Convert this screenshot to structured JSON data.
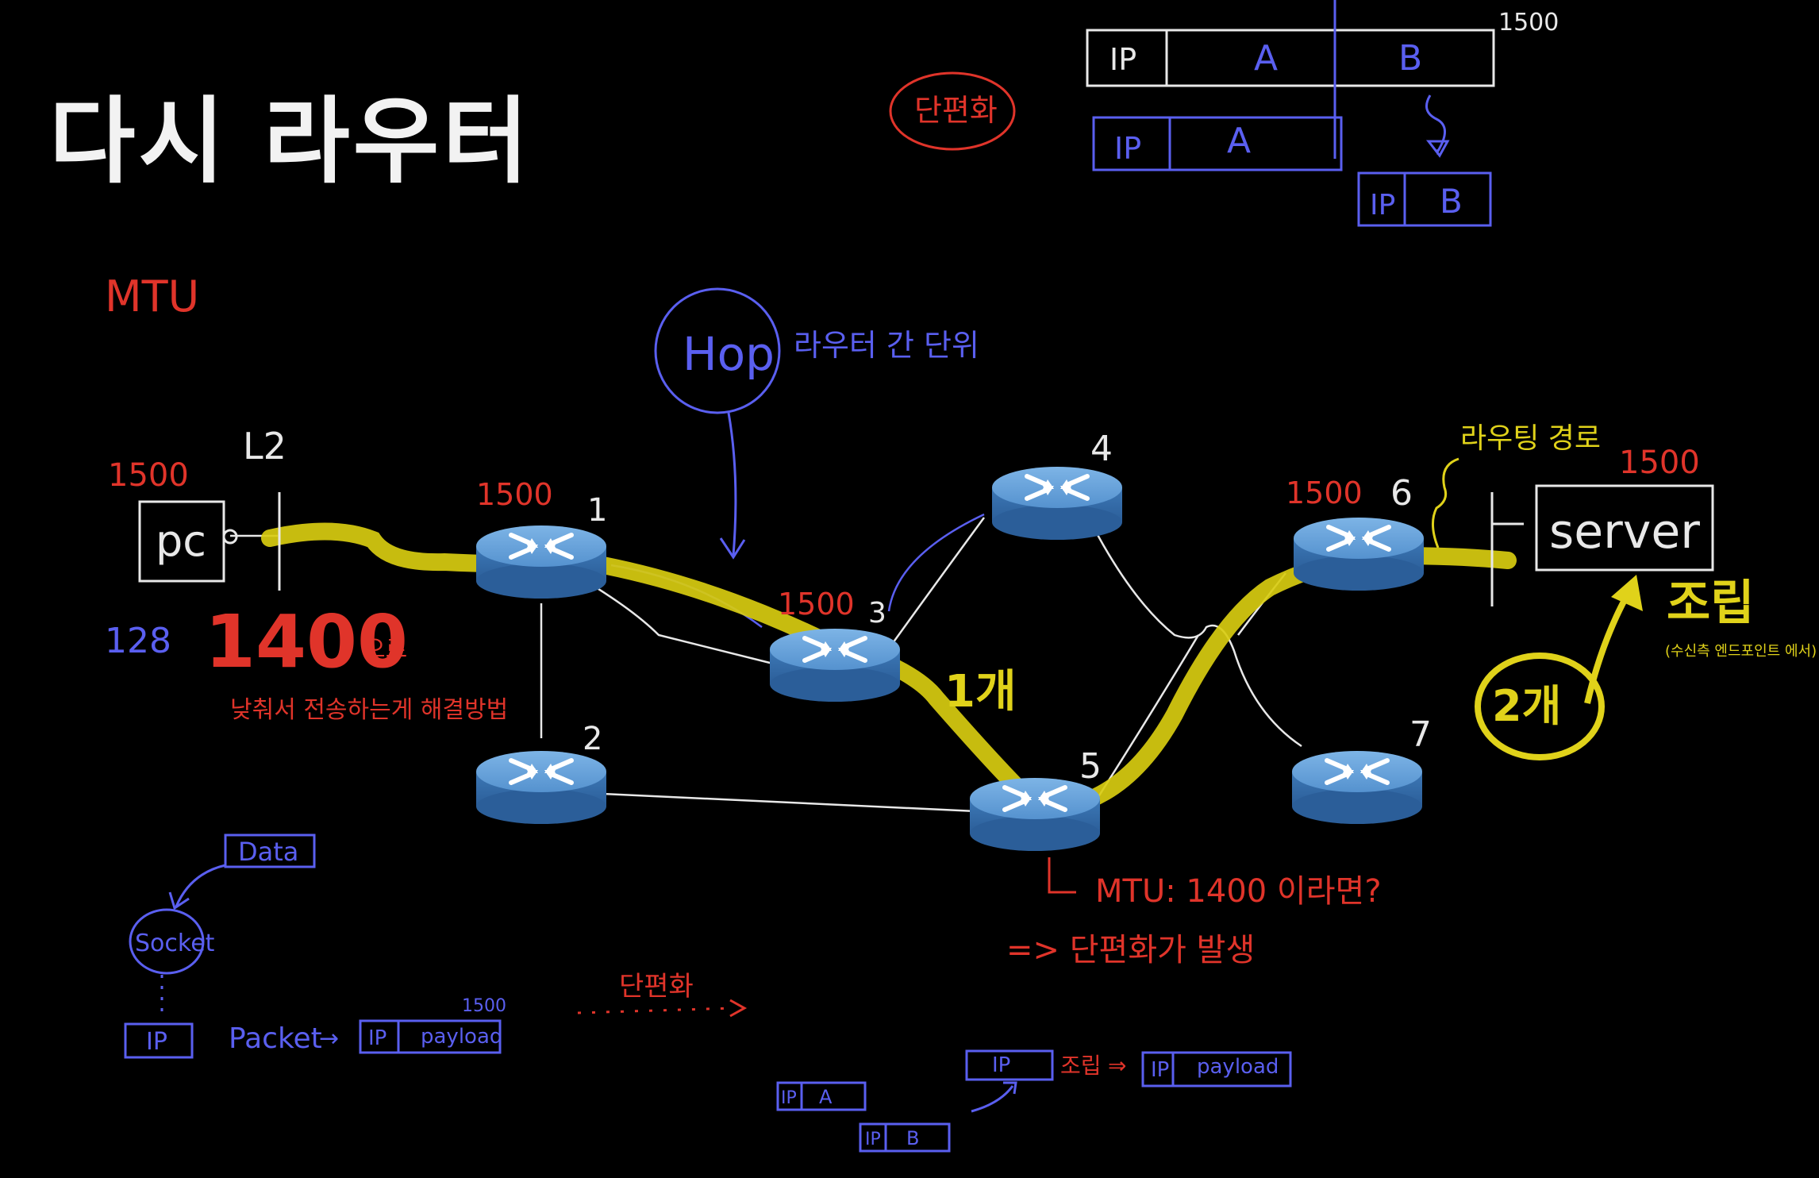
{
  "slide": {
    "title": "다시 라우터"
  },
  "labels": {
    "mtu": "MTU",
    "hop": "Hop",
    "hop_desc": "라우터 간 단위",
    "fragmentation_circle": "단편화",
    "pc_mtu": "1500",
    "l2": "L2",
    "pc": "pc",
    "pc_128": "128",
    "big_1400": "1400",
    "big_1400_suffix": "으로",
    "reduce_note": "낮춰서 전송하는게 해결방법",
    "r1_mtu": "1500",
    "r3_mtu": "1500",
    "r6_mtu": "1500",
    "server_mtu": "1500",
    "server": "server",
    "routing_path": "라우팅 경로",
    "one_piece": "1개",
    "two_pieces": "2개",
    "assemble": "조립",
    "assemble_note": "(수신측 엔드포인트 에서)",
    "mtu_question": "MTU: 1400 이라면?",
    "frag_occurs": "=> 단편화가 발생",
    "data": "Data",
    "socket": "Socket",
    "ip": "IP",
    "packet": "Packet",
    "payload": "payload",
    "size_1500": "1500",
    "fragment_label": "단편화",
    "assemble_small": "조립",
    "seg_a": "A",
    "seg_b": "B",
    "top_1500": "1500"
  },
  "routers": [
    {
      "id": "1",
      "label": "1"
    },
    {
      "id": "2",
      "label": "2"
    },
    {
      "id": "3",
      "label": "3"
    },
    {
      "id": "4",
      "label": "4"
    },
    {
      "id": "5",
      "label": "5"
    },
    {
      "id": "6",
      "label": "6"
    },
    {
      "id": "7",
      "label": "7"
    }
  ],
  "colors": {
    "background": "#000000",
    "white_ink": "#e8e8e8",
    "blue_ink": "#5a5ff0",
    "red_ink": "#e0342a",
    "yellow_ink": "#e0d21a",
    "router_body": "#4a86c4",
    "router_top": "#6aa6de"
  }
}
